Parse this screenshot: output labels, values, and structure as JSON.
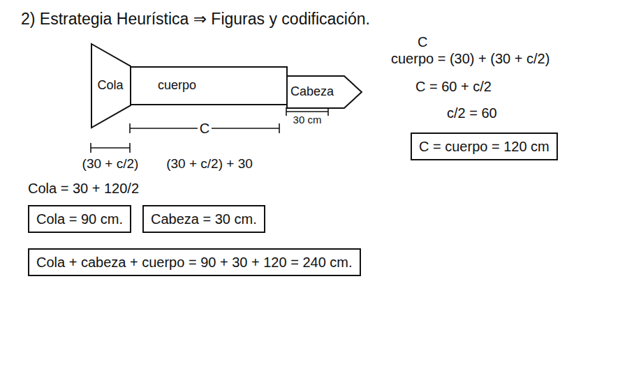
{
  "diagram": {
    "title": "2) Estrategia Heurística ⇒ Figuras y codificación.",
    "nodes": [
      {
        "text": [
          "Cola"
        ]
      },
      {
        "text": [
          "cuerpo"
        ]
      },
      {
        "text": [
          "Cabeza"
        ]
      },
      {
        "text": [
          "C = cuerpo = 120 cm"
        ]
      },
      {
        "text": [
          "Cola = 90 cm."
        ]
      },
      {
        "text": [
          "Cabeza = 30 cm."
        ]
      },
      {
        "text": [
          "Cola + cabeza + cuerpo = 90 + 30 + 120 = 240 cm."
        ]
      }
    ],
    "labels": [
      "30 cm",
      "C",
      "(30 + c/2)",
      "(30 + c/2) + 30",
      "C",
      "cuerpo = (30) + (30 + c/2)",
      "C = 60 + c/2",
      "c/2 = 60",
      "Cola = 30 + 120/2"
    ]
  }
}
